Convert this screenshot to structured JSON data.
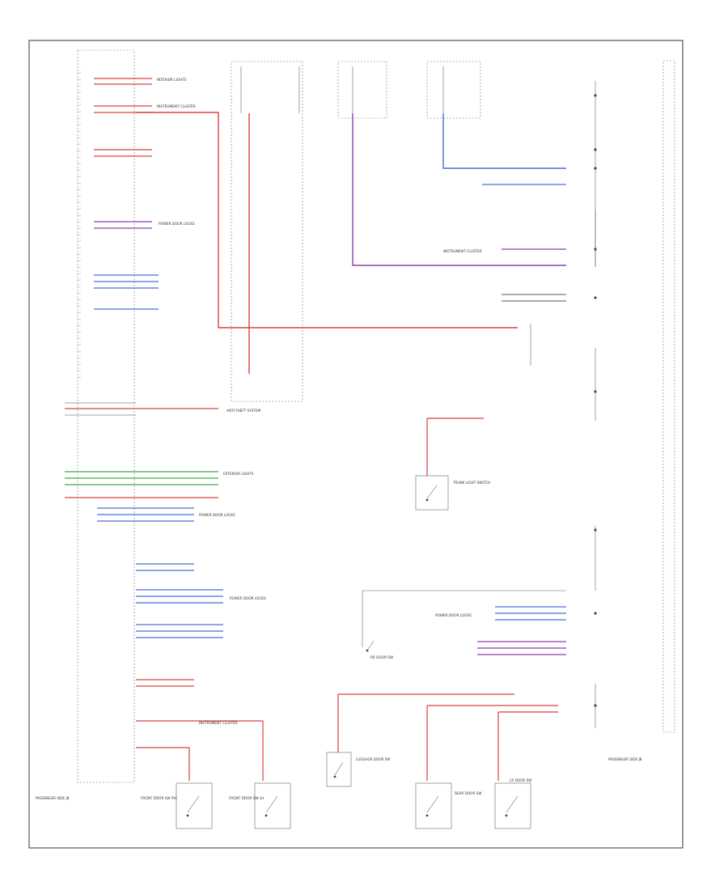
{
  "diagram": {
    "footer_code": "",
    "module_left_caption": "PASSENGER SIDE JB",
    "module_right_caption": "PASSENGER SIDE JB",
    "colors": {
      "red": "#d94040",
      "purple": "#8a3fb0",
      "blue": "#4b6fd6",
      "green": "#3fa84a",
      "black": "#222222",
      "gray": "#9a9a9a"
    },
    "switches": [
      {
        "key": "trunk",
        "label": "TRUNK LIGHT SWITCH"
      },
      {
        "key": "luggage",
        "label": "LUGGAGE DOOR SW"
      },
      {
        "key": "rf_door",
        "label": "FRONT DOOR SW RH"
      },
      {
        "key": "lf_door",
        "label": "FRONT DOOR SW LH"
      },
      {
        "key": "rear_door",
        "label": "REAR DOOR SW"
      },
      {
        "key": "lr_door",
        "label": "LR DOOR SW"
      },
      {
        "key": "rr_door",
        "label": "RR DOOR SW"
      }
    ],
    "connection_labels": [
      {
        "key": "c1",
        "text": "INTERIOR LIGHTS"
      },
      {
        "key": "c2",
        "text": "INSTRUMENT CLUSTER"
      },
      {
        "key": "c3",
        "text": "POWER DOOR LOCKS"
      },
      {
        "key": "c4",
        "text": "INSTRUMENT CLUSTER"
      },
      {
        "key": "c5",
        "text": "ANTI-THEFT SYSTEM"
      },
      {
        "key": "c6",
        "text": "POWER DOOR LOCKS"
      },
      {
        "key": "c7",
        "text": "EXTERIOR LIGHTS"
      },
      {
        "key": "c8",
        "text": "POWER DOOR LOCKS"
      },
      {
        "key": "c9",
        "text": "INSTRUMENT CLUSTER"
      },
      {
        "key": "c10",
        "text": "POWER DOOR LOCKS"
      }
    ]
  }
}
